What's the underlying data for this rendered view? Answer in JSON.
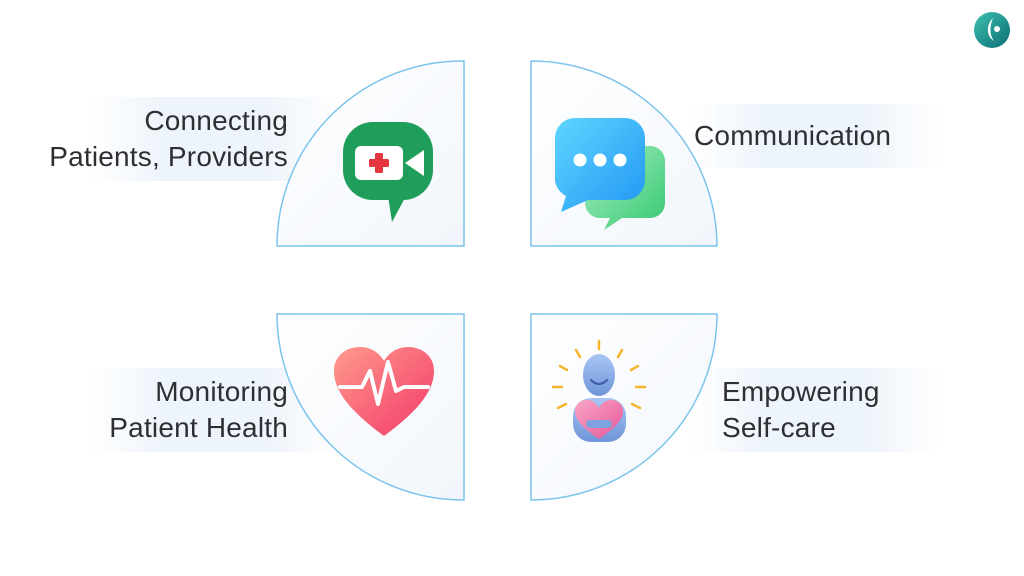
{
  "quadrants": {
    "top_left": {
      "line1": "Connecting",
      "line2": "Patients, Providers",
      "icon": "video-call-icon"
    },
    "top_right": {
      "line1": "Communication",
      "icon": "chat-bubbles-icon"
    },
    "bottom_left": {
      "line1": "Monitoring",
      "line2": "Patient Health",
      "icon": "heartbeat-icon"
    },
    "bottom_right": {
      "line1": "Empowering",
      "line2": "Self-care",
      "icon": "self-care-person-icon"
    }
  },
  "colors": {
    "outline": "#7cc4ec",
    "text": "#2e2f33",
    "band": "#eef4fb"
  },
  "logo": {
    "icon": "brand-logo-icon"
  }
}
